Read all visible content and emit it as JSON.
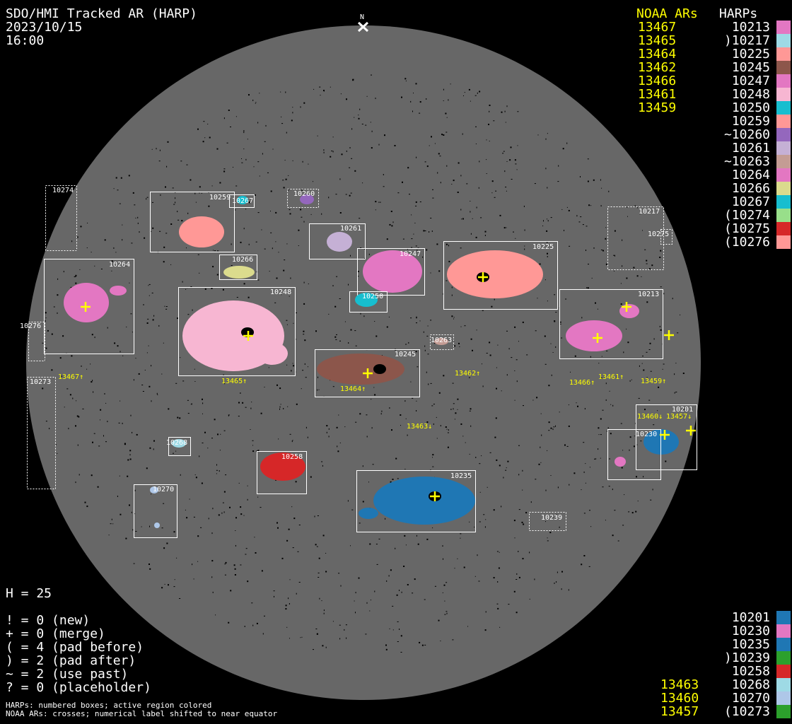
{
  "title": "SDO/HMI Tracked AR (HARP)",
  "date": "2023/10/15",
  "time": "16:00",
  "north_label": "N",
  "noaa_header": "NOAA ARs",
  "harps_header": "HARPs",
  "noaa_top": [
    "13467",
    "13465",
    "13464",
    "13462",
    "13466",
    "13461",
    "13459"
  ],
  "noaa_bottom": [
    "13463",
    "13460",
    "13457"
  ],
  "harps_top": [
    {
      "label": "10213",
      "color": "#e377c2"
    },
    {
      "label": ")10217",
      "color": "#9edae5"
    },
    {
      "label": "10225",
      "color": "#ff9896"
    },
    {
      "label": "10245",
      "color": "#8c564b"
    },
    {
      "label": "10247",
      "color": "#e377c2"
    },
    {
      "label": "10248",
      "color": "#f7b6d2"
    },
    {
      "label": "10250",
      "color": "#17becf"
    },
    {
      "label": "10259",
      "color": "#ff9896"
    },
    {
      "label": "~10260",
      "color": "#9467bd"
    },
    {
      "label": "10261",
      "color": "#c5b0d5"
    },
    {
      "label": "~10263",
      "color": "#c49c94"
    },
    {
      "label": "10264",
      "color": "#e377c2"
    },
    {
      "label": "10266",
      "color": "#dbdb8d"
    },
    {
      "label": "10267",
      "color": "#17becf"
    },
    {
      "label": "(10274",
      "color": "#98df8a"
    },
    {
      "label": "(10275",
      "color": "#d62728"
    },
    {
      "label": "(10276",
      "color": "#ff9896"
    }
  ],
  "harps_bottom": [
    {
      "label": "10201",
      "color": "#1f77b4"
    },
    {
      "label": "10230",
      "color": "#e377c2"
    },
    {
      "label": "10235",
      "color": "#1f77b4"
    },
    {
      "label": ")10239",
      "color": "#2ca02c"
    },
    {
      "label": "10258",
      "color": "#d62728"
    },
    {
      "label": "10268",
      "color": "#9edae5"
    },
    {
      "label": "10270",
      "color": "#aec7e8"
    },
    {
      "label": "(10273",
      "color": "#2ca02c"
    }
  ],
  "stats": {
    "h": "H = 25",
    "lines": [
      "! = 0 (new)",
      "+ = 0 (merge)",
      "( = 4 (pad before)",
      ") = 2 (pad after)",
      "~ = 2 (use past)",
      "? = 0 (placeholder)"
    ]
  },
  "footer": [
    "HARPs: numbered boxes; active region colored",
    "NOAA ARs: crosses; numerical label shifted to near equator"
  ],
  "disk_harps": [
    "10274",
    "10259",
    "10267",
    "10260",
    "10261",
    "10247",
    "10225",
    "10217",
    "10275",
    "10264",
    "10266",
    "10248",
    "10250",
    "10213",
    "10276",
    "10263",
    "10245",
    "10273",
    "10201",
    "10230",
    "10268",
    "10258",
    "10235",
    "10270",
    "10239"
  ],
  "disk_noaa": [
    "13467↑",
    "13465↑",
    "13464↑",
    "13462↑",
    "13466↑",
    "13461↑",
    "13459↑",
    "13463↓",
    "13460↓",
    "13457↓"
  ],
  "colors": {
    "disk": "#676767",
    "noaa": "#ffff00"
  }
}
